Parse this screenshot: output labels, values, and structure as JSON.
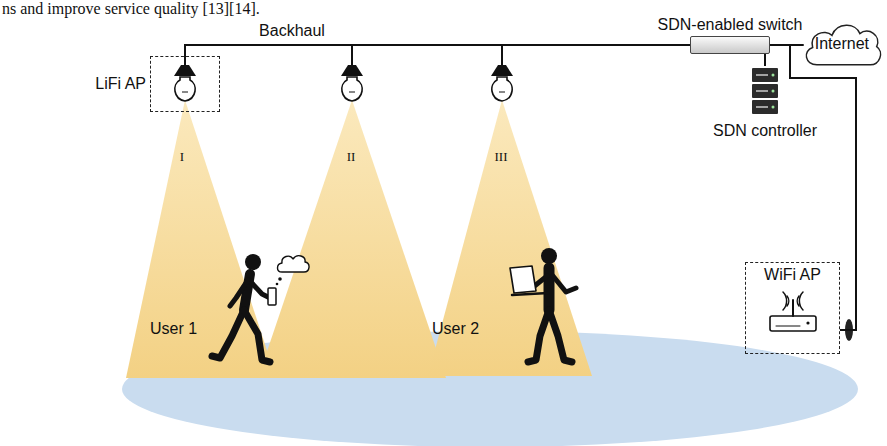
{
  "diagram": {
    "nodes": [
      {
        "text": [
          "LiFi AP"
        ]
      },
      {
        "text": [
          "SDN-enabled switch"
        ]
      },
      {
        "text": [
          "Internet"
        ]
      },
      {
        "text": [
          "SDN controller"
        ]
      },
      {
        "text": [
          "WiFi AP"
        ]
      }
    ],
    "edges": [
      {
        "from": 0,
        "to": 1,
        "arrow": "none",
        "label": "Backhaul"
      },
      {
        "from": 1,
        "to": 2,
        "arrow": "none"
      },
      {
        "from": 1,
        "to": 3,
        "arrow": "none"
      },
      {
        "from": 4,
        "to": 1,
        "arrow": "none"
      }
    ],
    "labels": [
      "ns and improve service quality [13][14].",
      "I",
      "II",
      "III",
      "User 1",
      "User 2"
    ]
  }
}
